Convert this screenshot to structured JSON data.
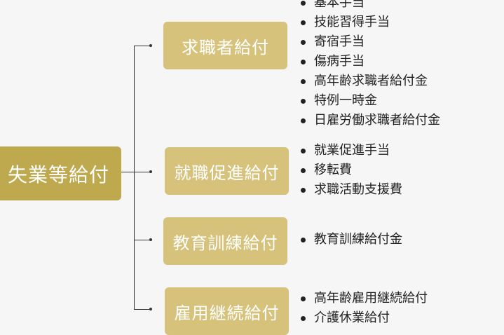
{
  "root": {
    "label": "失業等給付"
  },
  "categories": [
    {
      "label": "求職者給付",
      "items": [
        "基本手当",
        "技能習得手当",
        "寄宿手当",
        "傷病手当",
        "高年齢求職者給付金",
        "特例一時金",
        "日雇労働求職者給付金"
      ]
    },
    {
      "label": "就職促進給付",
      "items": [
        "就業促進手当",
        "移転費",
        "求職活動支援費"
      ]
    },
    {
      "label": "教育訓練給付",
      "items": [
        "教育訓練給付金"
      ]
    },
    {
      "label": "雇用継続給付",
      "items": [
        "高年齢雇用継続給付",
        "介護休業給付"
      ]
    }
  ]
}
